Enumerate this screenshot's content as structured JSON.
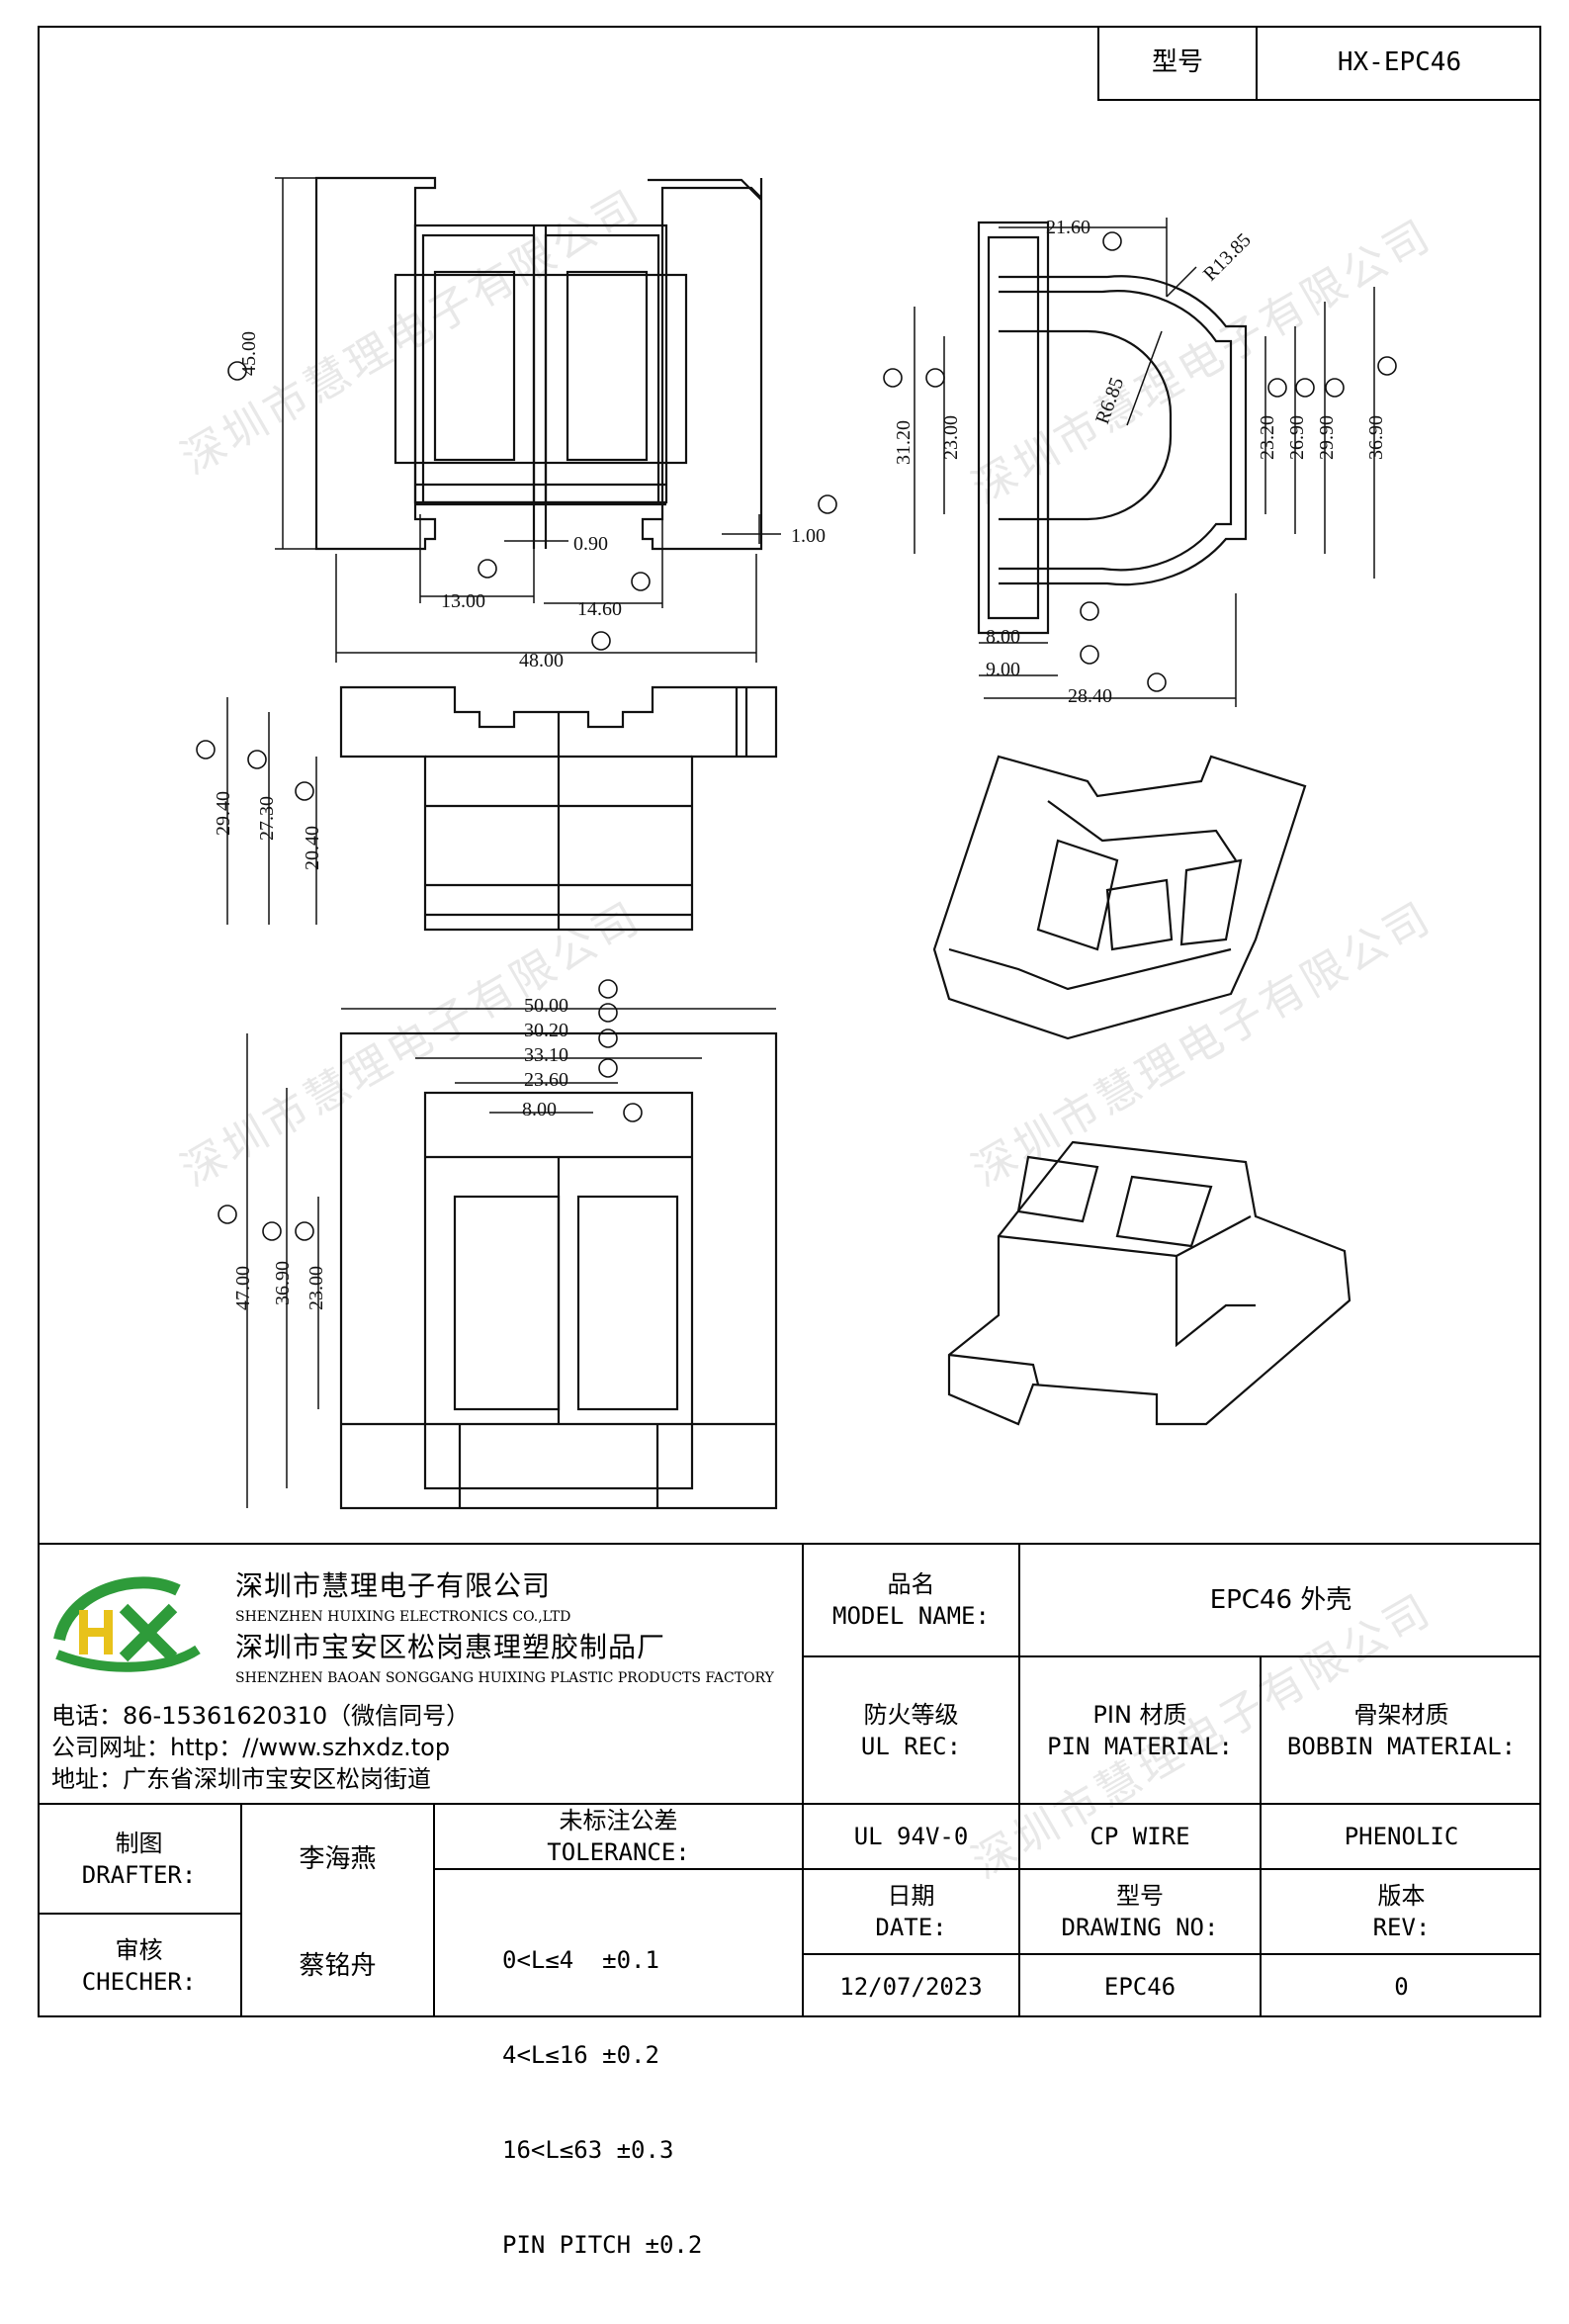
{
  "header": {
    "model_label": "型号",
    "model_value": "HX-EPC46"
  },
  "watermark": "深圳市慧理电子有限公司",
  "drawing": {
    "top_view": {
      "dims": [
        "45.00",
        "48.00",
        "13.00",
        "14.60",
        "0.90",
        "1.00"
      ]
    },
    "side_view": {
      "dims": [
        "21.60",
        "R13.85",
        "R6.85",
        "31.20",
        "23.00",
        "23.20",
        "26.90",
        "29.90",
        "36.90",
        "8.00",
        "9.00",
        "28.40"
      ]
    },
    "front_view": {
      "dims": [
        "29.40",
        "27.30",
        "20.40"
      ]
    },
    "bottom_view": {
      "dims": [
        "50.00",
        "30.20",
        "33.10",
        "23.60",
        "8.00",
        "47.00",
        "36.90",
        "23.00"
      ]
    }
  },
  "company": {
    "logo_text": "HX",
    "name_cn": "深圳市慧理电子有限公司",
    "name_en": "SHENZHEN HUIXING ELECTRONICS CO.,LTD",
    "factory_cn": "深圳市宝安区松岗惠理塑胶制品厂",
    "factory_en": "SHENZHEN BAOAN SONGGANG HUIXING PLASTIC PRODUCTS FACTORY",
    "phone": "电话：86-15361620310（微信同号）",
    "website": "公司网址：http：//www.szhxdz.top",
    "address": "地址：广东省深圳市宝安区松岗街道"
  },
  "title_block": {
    "model_name_cn": "品名",
    "model_name_en": "MODEL NAME:",
    "model_name_value": "EPC46 外壳",
    "ul_cn": "防火等级",
    "ul_en": "UL REC:",
    "pin_cn": "PIN 材质",
    "pin_en": "PIN MATERIAL:",
    "bobbin_cn": "骨架材质",
    "bobbin_en": "BOBBIN MATERIAL:",
    "ul_value": "UL 94V-0",
    "pin_value": "CP WIRE",
    "bobbin_value": "PHENOLIC",
    "drafter_cn": "制图",
    "drafter_en": "DRAFTER:",
    "drafter_name": "李海燕",
    "checker_cn": "审核",
    "checker_en": "CHECHER:",
    "checker_name": "蔡铭舟",
    "tolerance_cn": "未标注公差",
    "tolerance_en": "TOLERANCE:",
    "tolerance_lines": [
      "0<L≤4  ±0.1",
      "4<L≤16 ±0.2",
      "16<L≤63 ±0.3",
      "PIN PITCH ±0.2"
    ],
    "date_cn": "日期",
    "date_en": "DATE:",
    "date_value": "12/07/2023",
    "drawing_no_cn": "型号",
    "drawing_no_en": "DRAWING NO:",
    "drawing_no_value": "EPC46",
    "rev_cn": "版本",
    "rev_en": "REV:",
    "rev_value": "0"
  },
  "colors": {
    "logo_green": "#2e9b3a",
    "logo_yellow": "#e8c21a",
    "line": "#000000"
  }
}
